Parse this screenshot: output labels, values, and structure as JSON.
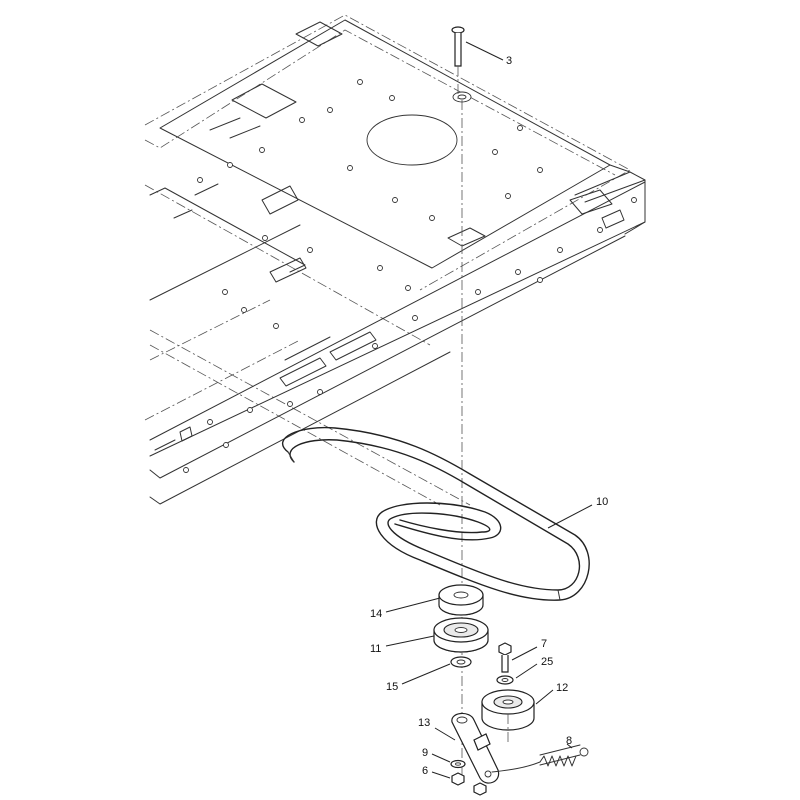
{
  "diagram": {
    "callouts": [
      {
        "id": "c3",
        "label": "3"
      },
      {
        "id": "c10",
        "label": "10"
      },
      {
        "id": "c14",
        "label": "14"
      },
      {
        "id": "c11",
        "label": "11"
      },
      {
        "id": "c7",
        "label": "7"
      },
      {
        "id": "c25",
        "label": "25"
      },
      {
        "id": "c15",
        "label": "15"
      },
      {
        "id": "c12",
        "label": "12"
      },
      {
        "id": "c13",
        "label": "13"
      },
      {
        "id": "c8",
        "label": "8"
      },
      {
        "id": "c9",
        "label": "9"
      },
      {
        "id": "c6",
        "label": "6"
      }
    ]
  }
}
